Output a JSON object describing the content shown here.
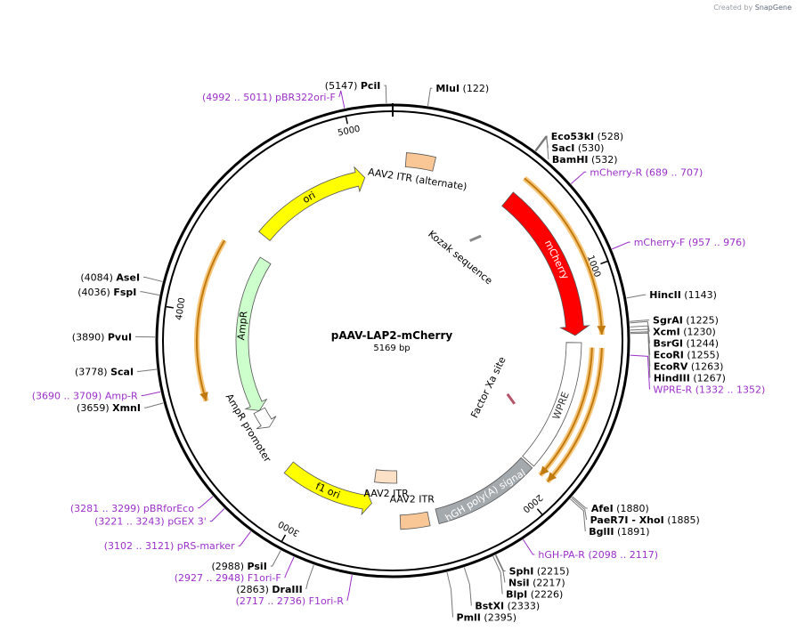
{
  "credit": {
    "prefix": "Created by",
    "brand": "SnapGene"
  },
  "plasmid": {
    "name": "pAAV-LAP2-mCherry",
    "size_label": "5169 bp",
    "total_bp": 5169
  },
  "ticks": [
    {
      "bp": 1000,
      "label": "1000"
    },
    {
      "bp": 2000,
      "label": "2000"
    },
    {
      "bp": 3000,
      "label": "3000"
    },
    {
      "bp": 4000,
      "label": "4000"
    },
    {
      "bp": 5000,
      "label": "5000"
    }
  ],
  "features": [
    {
      "name": "mCherry",
      "start": 560,
      "end": 1268,
      "type": "cds",
      "color": "#ff0000",
      "label_inside": true,
      "label_color": "#ffffff"
    },
    {
      "name": "WPRE",
      "start": 1300,
      "end": 1890,
      "type": "box",
      "color": "#ffffff",
      "label_inside": true,
      "label_color": "#333333"
    },
    {
      "name": "hGH poly(A) signal",
      "start": 1900,
      "end": 2380,
      "type": "box",
      "color": "#a4a9ae",
      "label_inside": true,
      "label_color": "#ffffff"
    },
    {
      "name": "AAV2 ITR",
      "start": 2420,
      "end": 2550,
      "type": "itr",
      "color": "#f9c696",
      "label_outside": true
    },
    {
      "name": "AAV2 ITR",
      "start": 2560,
      "end": 2690,
      "type": "itr_inner",
      "color": "#fde1c7",
      "label_outside": true
    },
    {
      "name": "f1 ori",
      "start": 2690,
      "end": 3150,
      "type": "ori_rev",
      "color": "#ffff00",
      "label_inside": true,
      "label_color": "#333333"
    },
    {
      "name": "AmpR promoter",
      "start": 3375,
      "end": 3480,
      "type": "promoter_rev",
      "color": "#ffffff",
      "label_outside": true
    },
    {
      "name": "AmpR",
      "start": 3480,
      "end": 4340,
      "type": "ampr",
      "color": "#ccffcc",
      "label_inside": true,
      "label_color": "#333333"
    },
    {
      "name": "ori",
      "start": 4440,
      "end": 5030,
      "type": "ori_fwd",
      "color": "#ffff00",
      "label_inside": true,
      "label_color": "#333333"
    },
    {
      "name": "AAV2 ITR (alternate)",
      "start": 60,
      "end": 190,
      "type": "itr",
      "color": "#f9c696",
      "label_outside": true
    },
    {
      "name": "Kozak sequence",
      "start": 540,
      "end": 555,
      "type": "mark",
      "color": "#888888",
      "label_outside": true
    },
    {
      "name": "Factor Xa site",
      "start": 1650,
      "end": 1665,
      "type": "mark",
      "color": "#b5566a",
      "label_outside": true
    }
  ],
  "orange_arcs": [
    {
      "start": 560,
      "end": 1268,
      "dir": "fwd"
    },
    {
      "start": 1320,
      "end": 1900,
      "dir": "fwd"
    },
    {
      "start": 1320,
      "end": 1900,
      "dir": "fwd2"
    },
    {
      "start": 3620,
      "end": 4320,
      "dir": "rev"
    }
  ],
  "sites": [
    {
      "name": "PciI",
      "pos": "(5147)",
      "bp": 5147,
      "side": "left",
      "color": "#000000"
    },
    {
      "name": "MluI",
      "pos": "(122)",
      "bp": 122,
      "side": "right",
      "color": "#000000"
    },
    {
      "name": "Eco53kI",
      "pos": "(528)",
      "bp": 528,
      "side": "right",
      "color": "#000000"
    },
    {
      "name": "SacI",
      "pos": "(530)",
      "bp": 530,
      "side": "right",
      "color": "#000000"
    },
    {
      "name": "BamHI",
      "pos": "(532)",
      "bp": 532,
      "side": "right",
      "color": "#000000"
    },
    {
      "name": "mCherry-R",
      "pos": "(689 .. 707)",
      "bp": 698,
      "side": "right",
      "color": "#9b30c9"
    },
    {
      "name": "mCherry-F",
      "pos": "(957 .. 976)",
      "bp": 966,
      "side": "right",
      "color": "#9b30c9"
    },
    {
      "name": "HincII",
      "pos": "(1143)",
      "bp": 1143,
      "side": "right",
      "color": "#000000"
    },
    {
      "name": "SgrAI",
      "pos": "(1225)",
      "bp": 1225,
      "side": "right",
      "color": "#000000"
    },
    {
      "name": "XcmI",
      "pos": "(1230)",
      "bp": 1230,
      "side": "right",
      "color": "#000000"
    },
    {
      "name": "BsrGI",
      "pos": "(1244)",
      "bp": 1244,
      "side": "right",
      "color": "#000000"
    },
    {
      "name": "EcoRI",
      "pos": "(1255)",
      "bp": 1255,
      "side": "right",
      "color": "#000000"
    },
    {
      "name": "EcoRV",
      "pos": "(1263)",
      "bp": 1263,
      "side": "right",
      "color": "#000000"
    },
    {
      "name": "HindIII",
      "pos": "(1267)",
      "bp": 1267,
      "side": "right",
      "color": "#000000"
    },
    {
      "name": "WPRE-R",
      "pos": "(1332 .. 1352)",
      "bp": 1342,
      "side": "right",
      "color": "#9b30c9"
    },
    {
      "name": "AfeI",
      "pos": "(1880)",
      "bp": 1880,
      "side": "right",
      "color": "#000000"
    },
    {
      "name": "PaeR7I - XhoI",
      "pos": "(1885)",
      "bp": 1885,
      "side": "right",
      "color": "#000000"
    },
    {
      "name": "BglII",
      "pos": "(1891)",
      "bp": 1891,
      "side": "right",
      "color": "#000000"
    },
    {
      "name": "hGH-PA-R",
      "pos": "(2098 .. 2117)",
      "bp": 2107,
      "side": "right",
      "color": "#9b30c9"
    },
    {
      "name": "SphI",
      "pos": "(2215)",
      "bp": 2215,
      "side": "right",
      "color": "#000000"
    },
    {
      "name": "NsiI",
      "pos": "(2217)",
      "bp": 2217,
      "side": "right",
      "color": "#000000"
    },
    {
      "name": "BlpI",
      "pos": "(2226)",
      "bp": 2226,
      "side": "right",
      "color": "#000000"
    },
    {
      "name": "BstXI",
      "pos": "(2333)",
      "bp": 2333,
      "side": "right",
      "color": "#000000"
    },
    {
      "name": "PmlI",
      "pos": "(2395)",
      "bp": 2395,
      "side": "right",
      "color": "#000000"
    },
    {
      "name": "F1ori-R",
      "pos": "(2717 .. 2736)",
      "bp": 2726,
      "side": "left",
      "color": "#9b30c9"
    },
    {
      "name": "DraIII",
      "pos": "(2863)",
      "bp": 2863,
      "side": "left",
      "color": "#000000"
    },
    {
      "name": "F1ori-F",
      "pos": "(2927 .. 2948)",
      "bp": 2937,
      "side": "left",
      "color": "#9b30c9"
    },
    {
      "name": "PsiI",
      "pos": "(2988)",
      "bp": 2988,
      "side": "left",
      "color": "#000000"
    },
    {
      "name": "pRS-marker",
      "pos": "(3102 .. 3121)",
      "bp": 3111,
      "side": "left",
      "color": "#9b30c9"
    },
    {
      "name": "pGEX 3'",
      "pos": "(3221 .. 3243)",
      "bp": 3232,
      "side": "left",
      "color": "#9b30c9"
    },
    {
      "name": "pBRforEco",
      "pos": "(3281 .. 3299)",
      "bp": 3290,
      "side": "left",
      "color": "#9b30c9"
    },
    {
      "name": "XmnI",
      "pos": "(3659)",
      "bp": 3659,
      "side": "left",
      "color": "#000000"
    },
    {
      "name": "Amp-R",
      "pos": "(3690 .. 3709)",
      "bp": 3699,
      "side": "left",
      "color": "#9b30c9"
    },
    {
      "name": "ScaI",
      "pos": "(3778)",
      "bp": 3778,
      "side": "left",
      "color": "#000000"
    },
    {
      "name": "PvuI",
      "pos": "(3890)",
      "bp": 3890,
      "side": "left",
      "color": "#000000"
    },
    {
      "name": "FspI",
      "pos": "(4036)",
      "bp": 4036,
      "side": "left",
      "color": "#000000"
    },
    {
      "name": "AseI",
      "pos": "(4084)",
      "bp": 4084,
      "side": "left",
      "color": "#000000"
    },
    {
      "name": "pBR322ori-F",
      "pos": "(4992 .. 5011)",
      "bp": 5001,
      "side": "left",
      "color": "#9b30c9"
    }
  ]
}
